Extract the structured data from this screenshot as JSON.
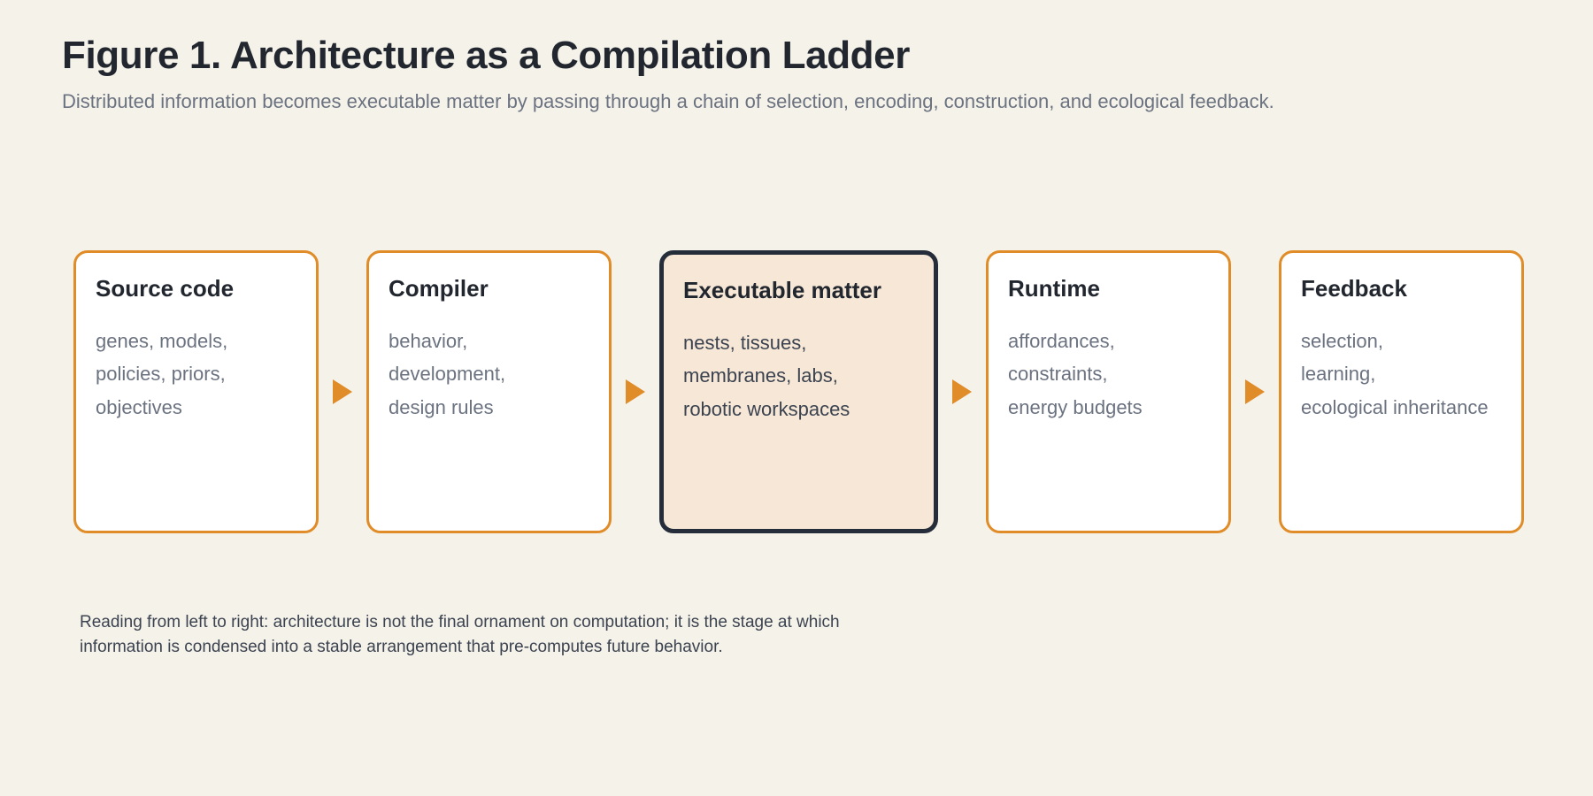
{
  "figure": {
    "title": "Figure 1. Architecture as a Compilation Ladder",
    "subtitle": "Distributed information becomes executable matter by passing through a chain of selection, encoding, construction, and ecological feedback.",
    "note_line_1": "Reading from left to right: architecture is not the final ornament on computation; it is the stage at which",
    "note_line_2": "information is condensed into a stable arrangement that pre-computes future behavior."
  },
  "colors": {
    "background": "#f5f2ea",
    "card_border": "#e08c28",
    "card_fill": "#ffffff",
    "highlight_border": "#262d3a",
    "highlight_fill": "#f6e7d6",
    "arrow": "#e08c28",
    "title_text": "#22272f",
    "subtitle_text": "#6b7280",
    "body_text": "#6b7280"
  },
  "stages": [
    {
      "title": "Source code",
      "highlighted": false,
      "items": [
        "genes, models,",
        "policies, priors,",
        "objectives"
      ]
    },
    {
      "title": "Compiler",
      "highlighted": false,
      "items": [
        "behavior,",
        "development,",
        "design rules"
      ]
    },
    {
      "title": "Executable matter",
      "highlighted": true,
      "items": [
        "nests, tissues,",
        "membranes, labs,",
        "robotic workspaces"
      ]
    },
    {
      "title": "Runtime",
      "highlighted": false,
      "items": [
        "affordances,",
        "constraints,",
        "energy budgets"
      ]
    },
    {
      "title": "Feedback",
      "highlighted": false,
      "items": [
        "selection,",
        "learning,",
        "ecological inheritance"
      ]
    }
  ],
  "connectors": [
    {
      "icon": "arrow-right-triangle-icon"
    },
    {
      "icon": "arrow-right-triangle-icon"
    },
    {
      "icon": "arrow-right-triangle-icon"
    },
    {
      "icon": "arrow-right-triangle-icon"
    }
  ]
}
